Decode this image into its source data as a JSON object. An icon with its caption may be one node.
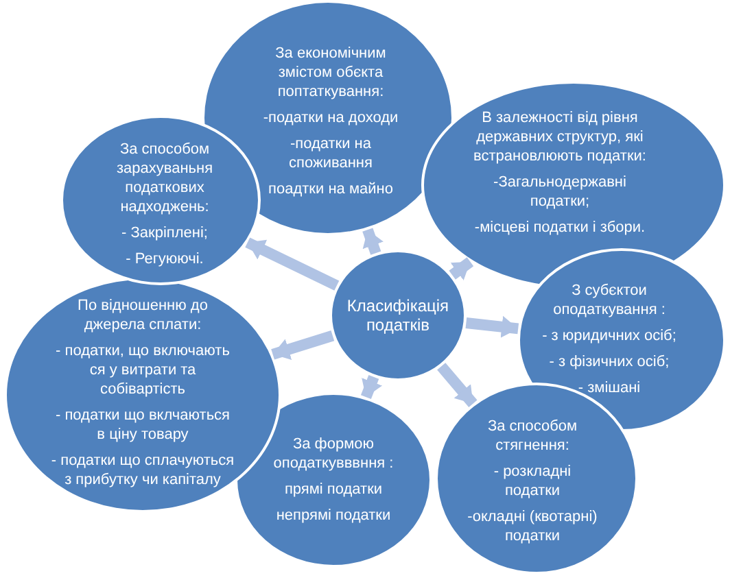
{
  "diagram": {
    "nodes": [
      {
        "text": [
          "Класифікація податків"
        ]
      },
      {
        "text": [
          "За економічним змістом обєкта поптаткування:",
          "-податки на доходи",
          "-податки на споживання",
          "поадтки на майно"
        ]
      },
      {
        "text": [
          "В залежності від рівня державних структур, які встрановлюють податки:",
          "-Загальнодержавні податки;",
          "-місцеві податки і збори."
        ]
      },
      {
        "text": [
          "З субєктои оподаткування :",
          "- з юридичних осіб;",
          "- з фізичних осіб;",
          "- змішані"
        ]
      },
      {
        "text": [
          "За способом стягнення:",
          "- розкладні податки",
          "-окладні (квотарні) податки"
        ]
      },
      {
        "text": [
          "За формою оподаткувввння :",
          "прямі податки",
          "непрямі податки"
        ]
      },
      {
        "text": [
          "По відношенню до джерела сплати:",
          "- податки, що включають ся у витрати та собівартість",
          "- податки що вклчаються в ціну товару",
          "- податки що сплачуються з прибутку чи капіталу"
        ]
      },
      {
        "text": [
          "За способом зарахуваньня податкових надходжень:",
          "- Закріплені;",
          "- Регуюючі."
        ]
      }
    ],
    "edges": [
      {
        "from": 0,
        "to": 1,
        "arrow": "to"
      },
      {
        "from": 0,
        "to": 2,
        "arrow": "to"
      },
      {
        "from": 0,
        "to": 3,
        "arrow": "to"
      },
      {
        "from": 0,
        "to": 4,
        "arrow": "to"
      },
      {
        "from": 0,
        "to": 5,
        "arrow": "to"
      },
      {
        "from": 0,
        "to": 6,
        "arrow": "to"
      },
      {
        "from": 0,
        "to": 7,
        "arrow": "to"
      }
    ]
  }
}
